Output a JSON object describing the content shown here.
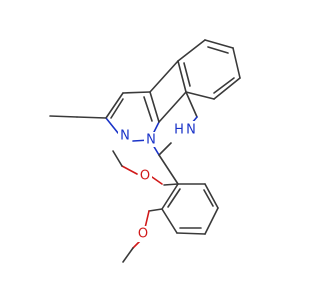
{
  "structure": {
    "atoms": {
      "n1": {
        "symbol": "N",
        "color": "#1a33c8"
      },
      "n2": {
        "symbol": "N",
        "color": "#1a33c8"
      },
      "nh": {
        "symbol": "H",
        "color": "#1a33c8"
      },
      "nh_n": {
        "symbol": "N",
        "color": "#1a33c8"
      },
      "o1": {
        "symbol": "O",
        "color": "#d11a1a"
      },
      "o2": {
        "symbol": "O",
        "color": "#d11a1a"
      }
    },
    "colors": {
      "carbon_bond": "#3a3a3a",
      "nitrogen": "#1a33c8",
      "oxygen": "#d11a1a"
    }
  }
}
